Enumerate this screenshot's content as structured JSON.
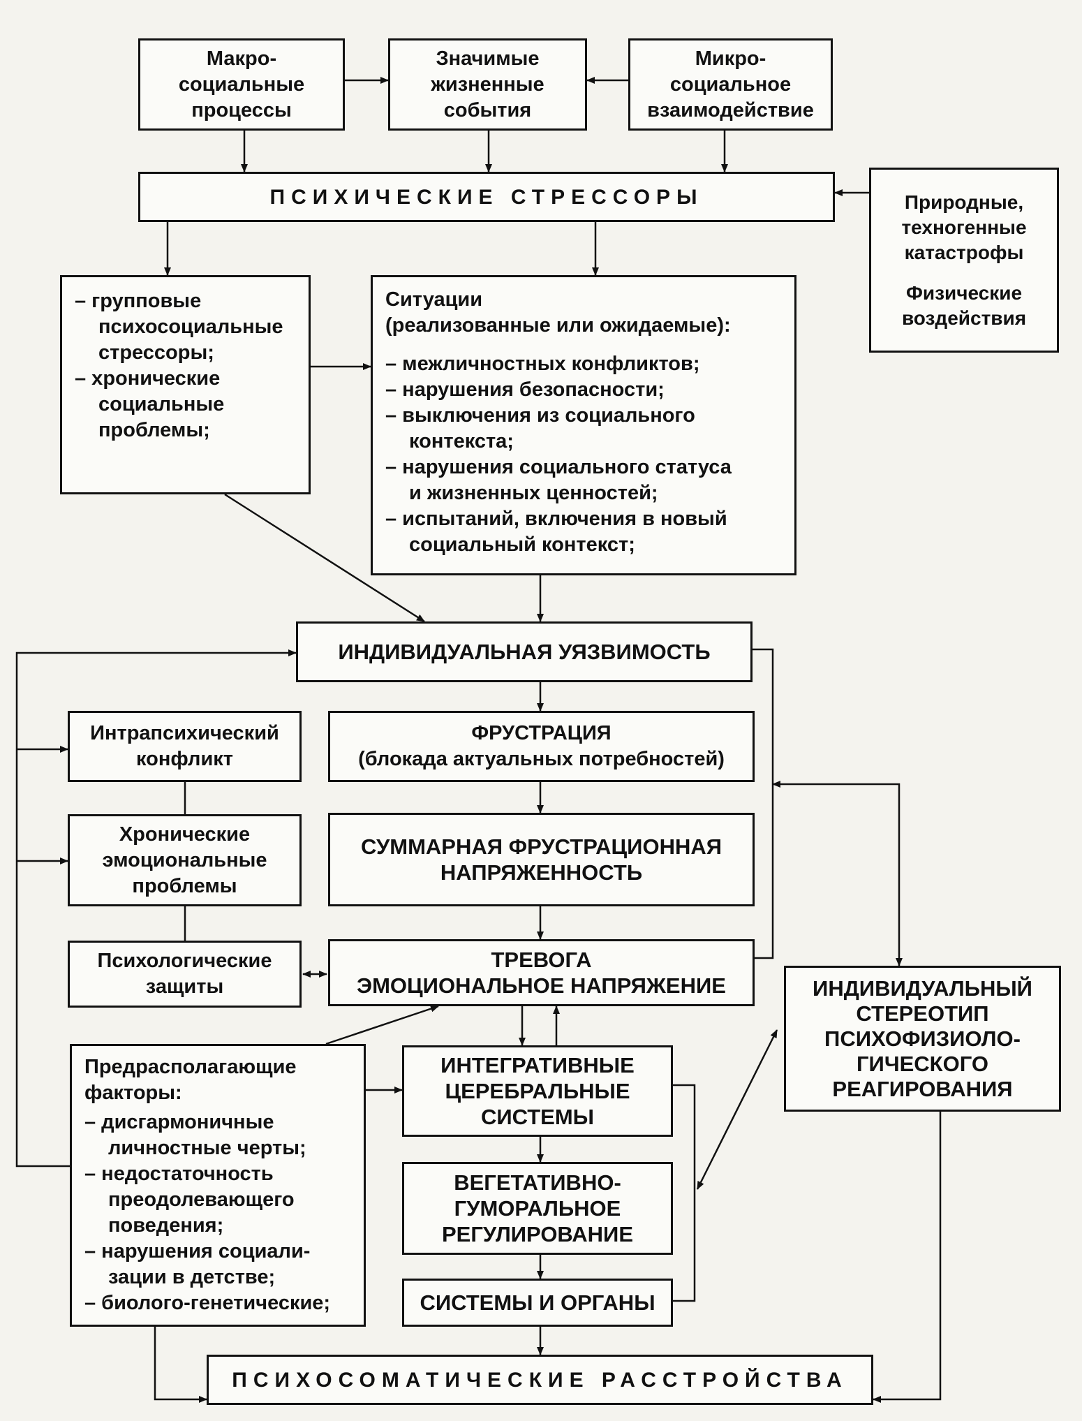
{
  "nodes": {
    "macro": [
      "Макро-",
      "социальные",
      "процессы"
    ],
    "events": [
      "Значимые",
      "жизненные",
      "события"
    ],
    "micro": [
      "Микро-",
      "социальное",
      "взаимодействие"
    ],
    "stressors": "ПСИХИЧЕСКИЕ СТРЕССОРЫ",
    "natural": {
      "lines1": [
        "Природные,",
        "техногенные",
        "катастрофы"
      ],
      "lines2": [
        "Физические",
        "воздействия"
      ]
    },
    "group_stressors": [
      "– групповые",
      "психосоциальные",
      "стрессоры;",
      "– хронические",
      "социальные",
      "проблемы;"
    ],
    "situations": {
      "title": [
        "Ситуации",
        "(реализованные или ожидаемые):"
      ],
      "items": [
        "– межличностных конфликтов;",
        "– нарушения безопасности;",
        "– выключения из социального",
        "контекста;",
        "– нарушения социального статуса",
        "и жизненных ценностей;",
        "– испытаний, включения в новый",
        "социальный контекст;"
      ]
    },
    "vulnerability": "ИНДИВИДУАЛЬНАЯ УЯЗВИМОСТЬ",
    "intrapsychic": [
      "Интрапсихический",
      "конфликт"
    ],
    "frustration": [
      "ФРУСТРАЦИЯ",
      "(блокада актуальных потребностей)"
    ],
    "chronic_emotional": [
      "Хронические",
      "эмоциональные",
      "проблемы"
    ],
    "total_frustration": [
      "СУММАРНАЯ ФРУСТРАЦИОННАЯ",
      "НАПРЯЖЕННОСТЬ"
    ],
    "defenses": [
      "Психологические",
      "защиты"
    ],
    "anxiety": [
      "ТРЕВОГА",
      "ЭМОЦИОНАЛЬНОЕ НАПРЯЖЕНИЕ"
    ],
    "stereotype": [
      "ИНДИВИДУАЛЬНЫЙ",
      "СТЕРЕОТИП",
      "ПСИХОФИЗИОЛО-",
      "ГИЧЕСКОГО",
      "РЕАГИРОВАНИЯ"
    ],
    "predisposing": {
      "title": [
        "Предрасполагающие",
        "факторы:"
      ],
      "items": [
        "– дисгармоничные",
        "личностные черты;",
        "– недостаточность",
        "преодолевающего",
        "поведения;",
        "– нарушения социали-",
        "зации в детстве;",
        "– биолого-генетические;"
      ]
    },
    "integrative": [
      "ИНТЕГРАТИВНЫЕ",
      "ЦЕРЕБРАЛЬНЫЕ",
      "СИСТЕМЫ"
    ],
    "vegetative": [
      "ВЕГЕТАТИВНО-",
      "ГУМОРАЛЬНОЕ",
      "РЕГУЛИРОВАНИЕ"
    ],
    "organs": "СИСТЕМЫ И ОРГАНЫ",
    "psychosomatic": "ПСИХОСОМАТИЧЕСКИЕ РАССТРОЙСТВА"
  },
  "colors": {
    "ink": "#111111",
    "paper": "#f4f3ee",
    "box": "#fbfbf8"
  }
}
